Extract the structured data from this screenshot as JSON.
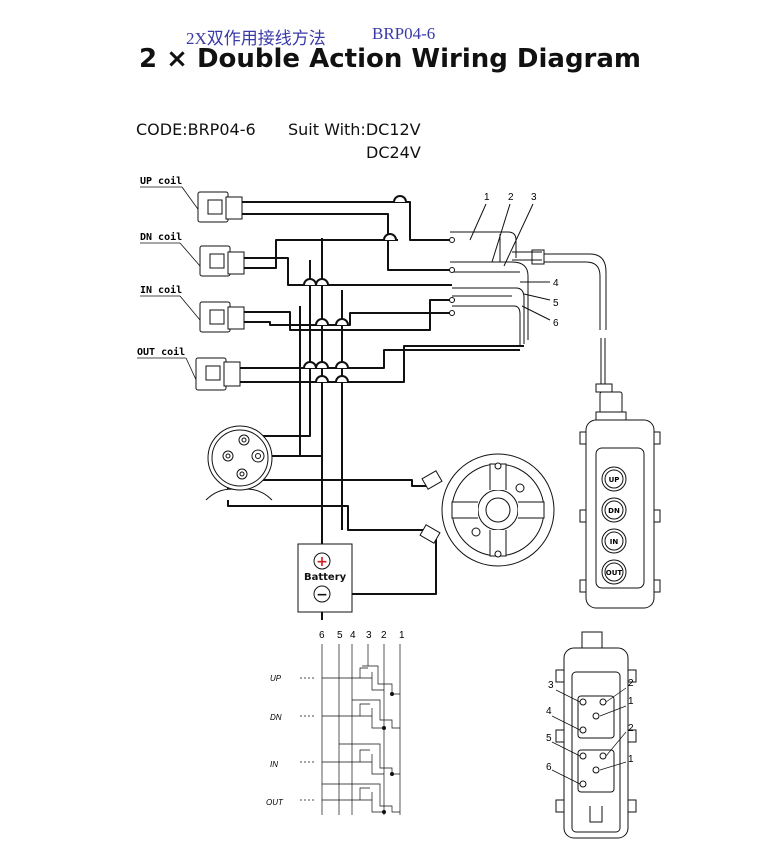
{
  "header": {
    "cn_title": "2X双作用接线方法",
    "cn_code": "BRP04-6",
    "title": "2 × Double Action Wiring Diagram"
  },
  "info": {
    "code": "CODE:BRP04-6",
    "suit": "Suit With:DC12V",
    "suit_2": "DC24V"
  },
  "coils": {
    "up": "UP coil",
    "dn": "DN coil",
    "in": "IN coil",
    "out": "OUT coil"
  },
  "connector_numbers": [
    "1",
    "2",
    "3",
    "4",
    "5",
    "6"
  ],
  "pendant_buttons": [
    "UP",
    "DN",
    "IN",
    "OUT"
  ],
  "battery": {
    "label": "Battery",
    "plus": "+",
    "minus": "−"
  },
  "schematic": {
    "columns": [
      "6",
      "5",
      "4",
      "3",
      "2",
      "1"
    ],
    "rows": [
      "UP",
      "DN",
      "IN",
      "OUT"
    ]
  },
  "pendant_detail": {
    "numbers": [
      "3",
      "2",
      "1",
      "4",
      "2",
      "5",
      "1",
      "6"
    ]
  },
  "colors": {
    "ink": "#111111",
    "cn_text": "#3a3aa8",
    "battery_plus": "#d62020"
  }
}
